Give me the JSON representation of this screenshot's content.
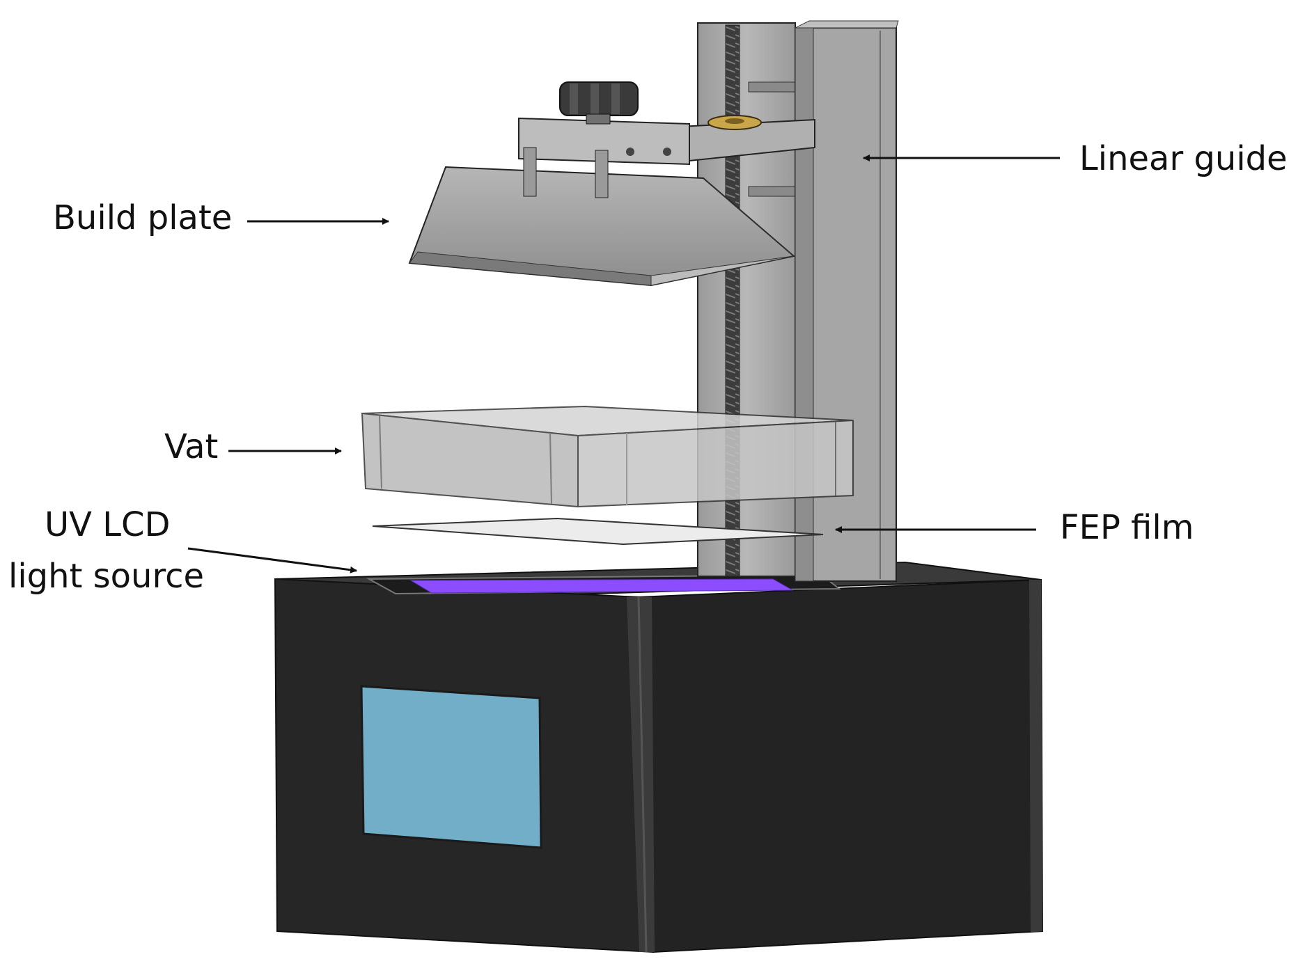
{
  "labels": {
    "linear_guide": "Linear guide",
    "build_plate": "Build plate",
    "vat": "Vat",
    "fep_film": "FEP film",
    "uv_lcd_line1": "UV LCD",
    "uv_lcd_line2": "light source"
  },
  "colors": {
    "base_body": "#262626",
    "base_top": "#3a3a3a",
    "screen": "#72aec7",
    "uv_light": "#8b4dff",
    "metal": "#a9a9a9",
    "metal_dark": "#7d7d7d",
    "vat_glass": "#cfcfcf",
    "brass": "#c9a64a"
  }
}
